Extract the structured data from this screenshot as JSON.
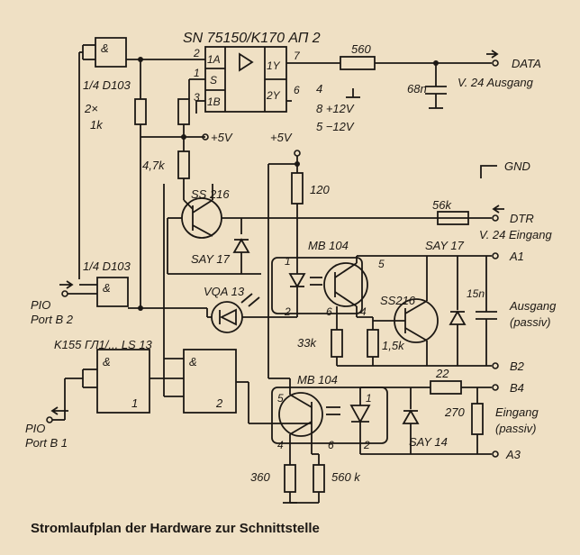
{
  "caption": "Stromlaufplan der Hardware zur Schnittstelle",
  "labels": {
    "ic_driver": "SN 75150/K170 АП 2",
    "nand_top": "1/4 D103",
    "nand_mid": "1/4 D103",
    "gate_amp": "&",
    "pin_1A": "1A",
    "pin_S": "S",
    "pin_1B": "1B",
    "pin_1Y": "1Y",
    "pin_2Y": "2Y",
    "pin2": "2",
    "pin1": "1",
    "pin3": "3",
    "pin7": "7",
    "pin6": "6",
    "r560": "560",
    "r2x1k": "2×",
    "r1k": "1k",
    "supply_4": "4",
    "supply_8": "8 +12V",
    "supply_5": "5 −12V",
    "c68n": "68n",
    "data": "DATA",
    "v24_out": "V. 24 Ausgang",
    "plus5v_a": "+5V",
    "plus5v_b": "+5V",
    "r47k": "4,7k",
    "ss216_a": "SS 216",
    "r120": "120",
    "gnd": "GND",
    "r56k": "56k",
    "dtr": "DTR",
    "v24_in": "V. 24 Eingang",
    "say17_a": "SAY 17",
    "mb104_a": "MB 104",
    "say17_b": "SAY 17",
    "a1": "A1",
    "ss216_b": "SS216",
    "c15n": "15n",
    "ausgang": "Ausgang",
    "passiv_a": "(passiv)",
    "vqa13": "VQA 13",
    "pio_in": "PIO",
    "port_b2": "Port B 2",
    "k155": "K155 ГЛ1/... LS 13",
    "r33k": "33k",
    "r15k": "1,5k",
    "b2": "B2",
    "r22": "22",
    "b4": "B4",
    "mb104_b": "MB 104",
    "r270": "270",
    "eingang": "Eingang",
    "passiv_b": "(passiv)",
    "say14": "SAY 14",
    "a3": "A3",
    "pio_out": "PIO",
    "port_b1": "Port B 1",
    "r360": "360",
    "r560k": "560 k",
    "schmitt1": "1",
    "schmitt2": "2",
    "pin5a": "5",
    "pin2a": "2",
    "pin1a": "1",
    "pin4a": "4",
    "pin6a": "6",
    "pin5b": "5",
    "pin4b": "4",
    "pin6b": "6",
    "pin2b": "2",
    "pin1b": "1"
  }
}
